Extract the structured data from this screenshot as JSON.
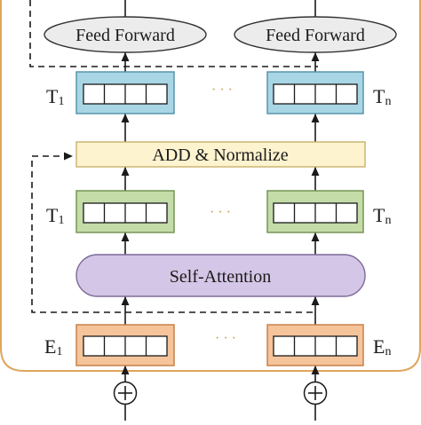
{
  "feed_forward": {
    "left_label": "Feed Forward",
    "right_label": "Feed Forward"
  },
  "add_normalize": {
    "label": "ADD & Normalize"
  },
  "self_attention": {
    "label": "Self-Attention"
  },
  "rows": {
    "top_tokens": {
      "left": "T",
      "left_sub": "1",
      "right": "T",
      "right_sub": "n",
      "ellipsis": "· · ·"
    },
    "mid_tokens": {
      "left": "T",
      "left_sub": "1",
      "right": "T",
      "right_sub": "n",
      "ellipsis": "· · ·"
    },
    "embeddings": {
      "left": "E",
      "left_sub": "1",
      "right": "E",
      "right_sub": "n",
      "ellipsis": "· · ·"
    }
  },
  "adders": {
    "symbol": "+"
  },
  "colors": {
    "feed_forward_fill": "#ececec",
    "top_token_fill": "#a9d6e5",
    "top_token_stroke": "#4f8fa6",
    "add_norm_fill": "#fdf3cf",
    "add_norm_stroke": "#c9b16a",
    "mid_token_fill": "#c3dca8",
    "mid_token_stroke": "#6f8f4e",
    "self_attn_fill": "#d4c6e6",
    "self_attn_stroke": "#7d6b99",
    "embed_fill": "#f6c49b",
    "embed_stroke": "#c47a3f",
    "outer_frame": "#e0a55b",
    "line": "#1a1a1a"
  }
}
